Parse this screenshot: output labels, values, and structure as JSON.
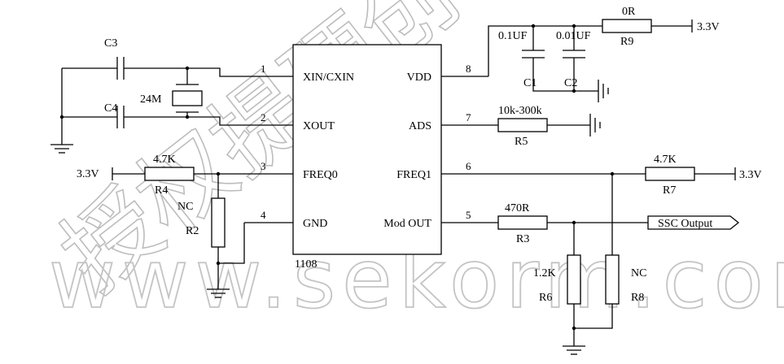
{
  "ic": {
    "part": "1108",
    "pins_left": [
      {
        "num": "1",
        "name": "XIN/CXIN"
      },
      {
        "num": "2",
        "name": "XOUT"
      },
      {
        "num": "3",
        "name": "FREQ0"
      },
      {
        "num": "4",
        "name": "GND"
      }
    ],
    "pins_right": [
      {
        "num": "8",
        "name": "VDD"
      },
      {
        "num": "7",
        "name": "ADS"
      },
      {
        "num": "6",
        "name": "FREQ1"
      },
      {
        "num": "5",
        "name": "Mod OUT"
      }
    ]
  },
  "components": {
    "c3": "C3",
    "c4": "C4",
    "crystal": "24M",
    "r4": {
      "ref": "R4",
      "value": "4.7K"
    },
    "r2": {
      "ref": "R2",
      "value": "NC"
    },
    "c1": {
      "ref": "C1",
      "value": "0.1UF"
    },
    "c2": {
      "ref": "C2",
      "value": "0.01UF"
    },
    "r9": {
      "ref": "R9",
      "value": "0R"
    },
    "r5": {
      "ref": "R5",
      "value": "10k-300k"
    },
    "r7": {
      "ref": "R7",
      "value": "4.7K"
    },
    "r3": {
      "ref": "R3",
      "value": "470R"
    },
    "r6": {
      "ref": "R6",
      "value": "1.2K"
    },
    "r8": {
      "ref": "R8",
      "value": "NC"
    }
  },
  "nets": {
    "vcc_left": "3.3V",
    "vcc_top": "3.3V",
    "vcc_right": "3.3V",
    "output": "SSC Output"
  },
  "watermark": {
    "chinese": "授权提硬创电商",
    "url": "www.sekorm.com"
  }
}
